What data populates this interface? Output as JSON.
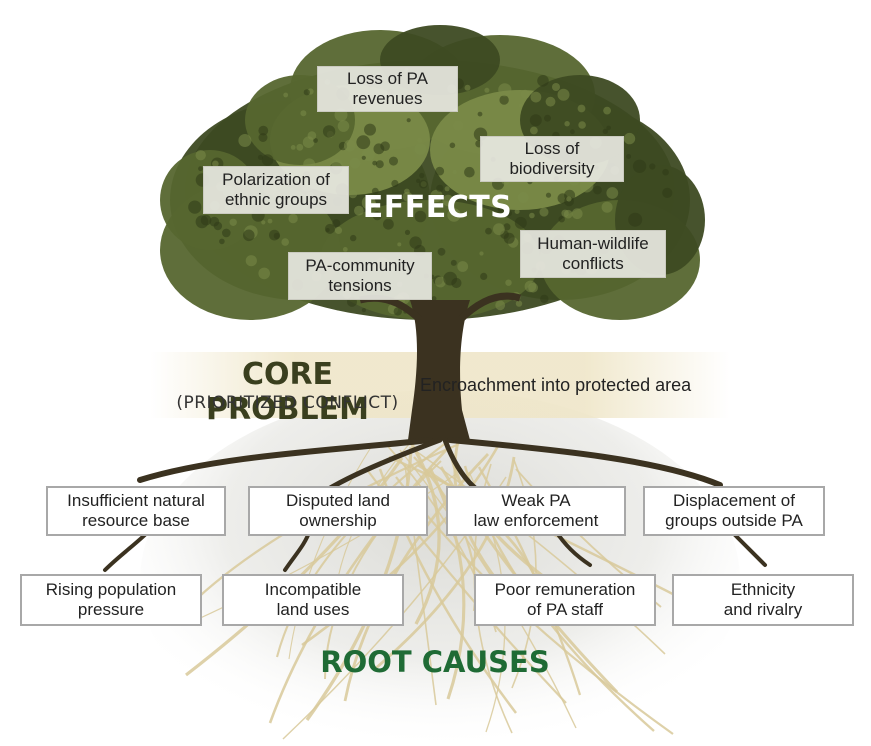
{
  "effects": {
    "title": "EFFECTS",
    "items": [
      {
        "id": "loss-of-pa-revenues",
        "label": "Loss of PA\nrevenues"
      },
      {
        "id": "loss-of-biodiversity",
        "label": "Loss of\nbiodiversity"
      },
      {
        "id": "polarization-of-ethnic-groups",
        "label": "Polarization of\nethnic groups"
      },
      {
        "id": "human-wildlife-conflicts",
        "label": "Human-wildlife\nconflicts"
      },
      {
        "id": "pa-community-tensions",
        "label": "PA-community\ntensions"
      }
    ]
  },
  "core_problem": {
    "title": "CORE PROBLEM",
    "subtitle": "(PRIORITIZED CONFLICT)",
    "statement": "Encroachment into protected area"
  },
  "root_causes": {
    "title": "ROOT CAUSES",
    "primary": [
      {
        "id": "insufficient-natural-resource-base",
        "label": "Insufficient natural\nresource base"
      },
      {
        "id": "disputed-land-ownership",
        "label": "Disputed land\nownership"
      },
      {
        "id": "weak-pa-law-enforcement",
        "label": "Weak PA\nlaw enforcement"
      },
      {
        "id": "displacement-of-groups-outside-pa",
        "label": "Displacement of\ngroups outside PA"
      }
    ],
    "secondary": [
      {
        "id": "rising-population-pressure",
        "label": "Rising population\npressure"
      },
      {
        "id": "incompatible-land-uses",
        "label": "Incompatible\nland uses"
      },
      {
        "id": "poor-remuneration-of-pa-staff",
        "label": "Poor remuneration\nof PA staff"
      },
      {
        "id": "ethnicity-and-rivalry",
        "label": "Ethnicity\nand rivalry"
      }
    ]
  },
  "colors": {
    "canopy_dark": "#3d4a22",
    "canopy_mid": "#56662f",
    "canopy_light": "#7a8a48",
    "trunk": "#3b3220",
    "root_fine": "#d8c99a",
    "core_band": "#efe6c8",
    "root_causes_title": "#1f6b35",
    "core_title": "#3a3f1e"
  }
}
